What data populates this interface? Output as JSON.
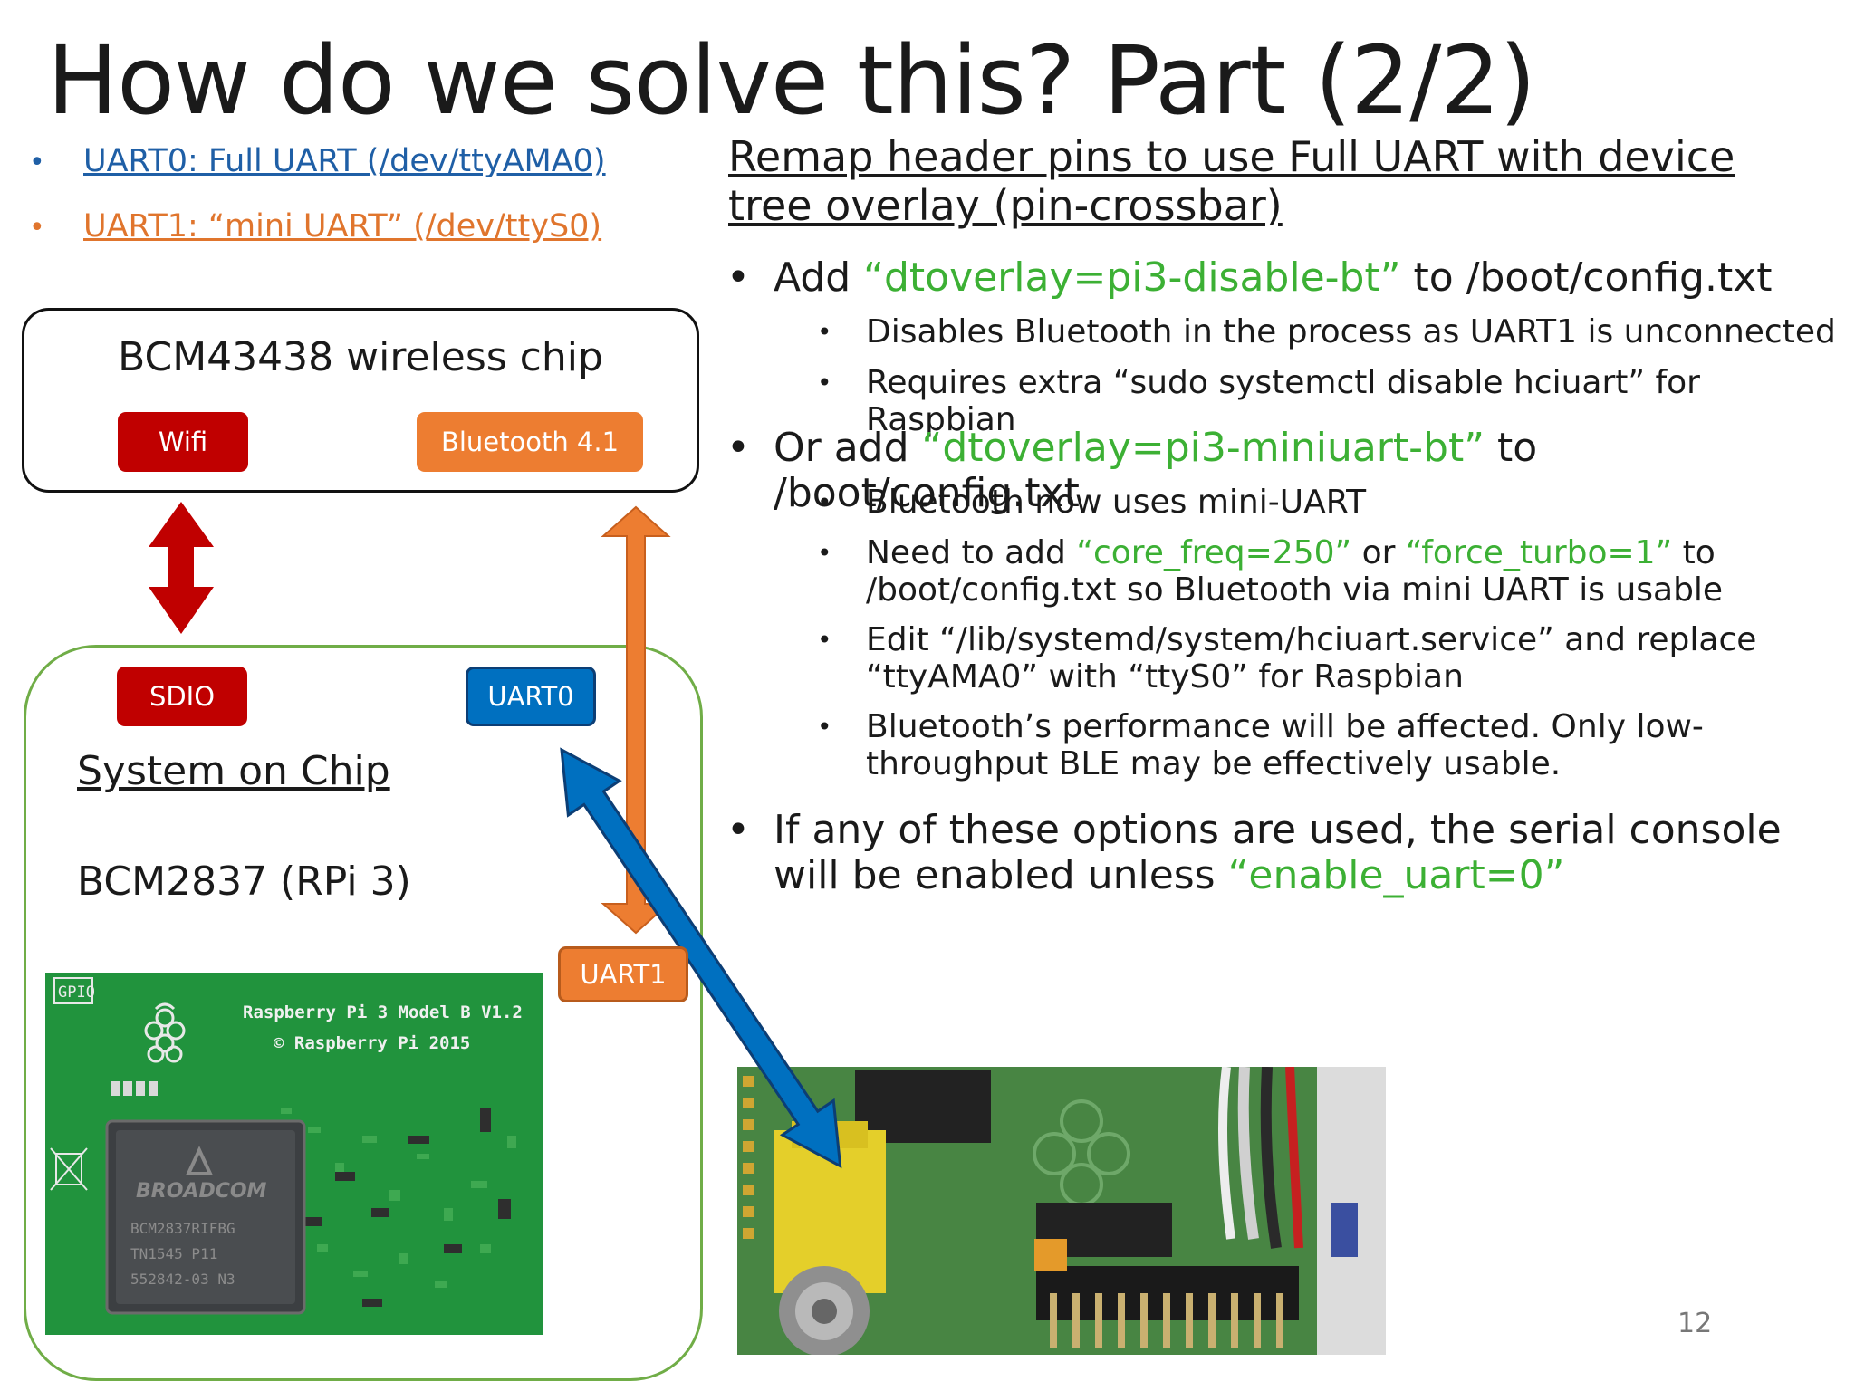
{
  "slide": {
    "title": "How do we solve this? Part (2/2)",
    "page_number": "12"
  },
  "legend": [
    {
      "bullet": "•",
      "label": "UART0: Full UART (/dev/ttyAMA0)",
      "color": "#1f5fa6"
    },
    {
      "bullet": "•",
      "label": "UART1: “mini UART” (/dev/ttyS0)",
      "color": "#e0752d"
    }
  ],
  "diagram": {
    "wireless_chip": {
      "title": "BCM43438 wireless chip",
      "wifi": "Wifi",
      "bluetooth": "Bluetooth 4.1"
    },
    "soc": {
      "sdio": "SDIO",
      "uart0": "UART0",
      "uart1": "UART1",
      "label": "System on Chip",
      "model": "BCM2837 (RPi 3)"
    },
    "colors": {
      "red": "#c00000",
      "orange": "#ed7d31",
      "blue": "#0070c0",
      "green_border": "#70ad47"
    }
  },
  "photo1": {
    "gpio": "GPIO",
    "board_line1": "Raspberry Pi 3 Model B V1.2",
    "board_line2": "© Raspberry Pi 2015",
    "chip_brand": "BROADCOM",
    "chip_line1": "BCM2837RIFBG",
    "chip_line2": "TN1545 P11",
    "chip_line3": "552842-03 N3"
  },
  "right": {
    "heading": "Remap header pins to use Full UART with device tree overlay (pin-crossbar)",
    "b1": {
      "pre": "Add ",
      "code": "“dtoverlay=pi3-disable-bt”",
      "post": " to /boot/config.txt"
    },
    "b1_sub": [
      "Disables Bluetooth in the process as UART1 is unconnected",
      "Requires extra “sudo systemctl disable hciuart” for Raspbian"
    ],
    "b2": {
      "pre": "Or add ",
      "code": "“dtoverlay=pi3-miniuart-bt”",
      "post": " to /boot/config.txt"
    },
    "b2_sub1": "Bluetooth now uses mini-UART",
    "b2_sub2": {
      "pre": "Need to add ",
      "code1": "“core_freq=250”",
      "mid": " or ",
      "code2": "“force_turbo=1”",
      "post": " to /boot/config.txt so Bluetooth via mini UART is usable"
    },
    "b2_sub3": "Edit “/lib/systemd/system/hciuart.service” and replace “ttyAMA0” with “ttyS0” for Raspbian",
    "b2_sub4": "Bluetooth’s performance will be affected. Only low-throughput BLE may be effectively usable.",
    "b3": {
      "pre": "If any of these options are used, the serial console will be enabled unless ",
      "code": "“enable_uart=0”"
    },
    "bullet": "•"
  }
}
